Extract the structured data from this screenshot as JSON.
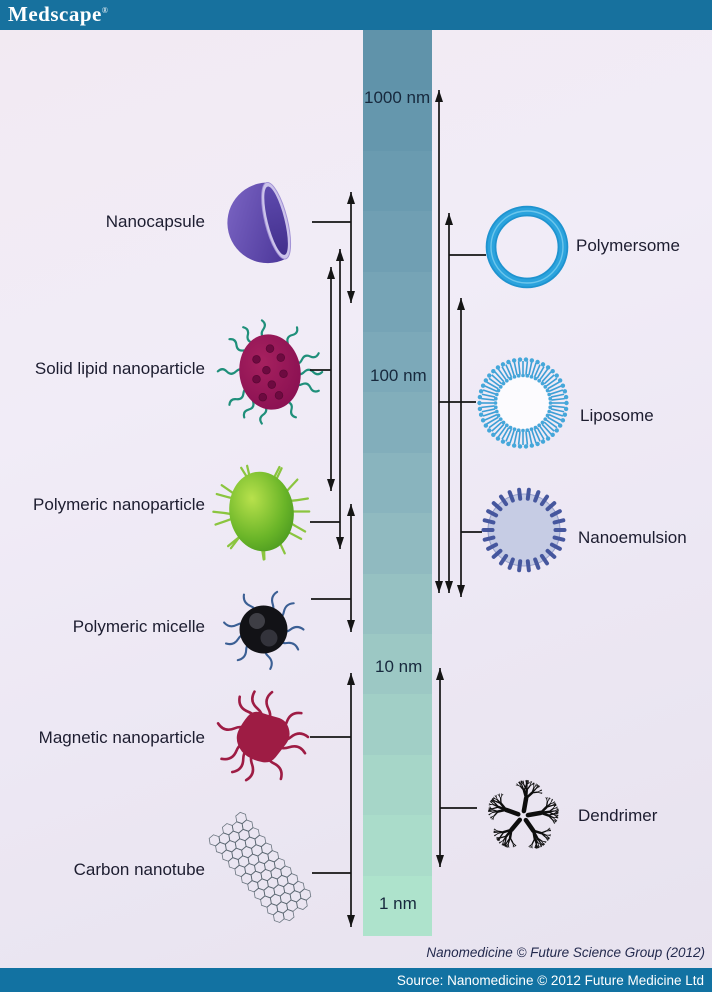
{
  "header": {
    "logo_text": "Medscape",
    "trademark": "®"
  },
  "scale_bar": {
    "unit": "nm",
    "ticks": [
      {
        "label": "1000 nm",
        "value": 1000
      },
      {
        "label": "100 nm",
        "value": 100
      },
      {
        "label": "10 nm",
        "value": 10
      },
      {
        "label": "1 nm",
        "value": 1
      }
    ],
    "band_colors": [
      "#6093aa",
      "#6597ad",
      "#6a9bb0",
      "#709fb3",
      "#76a4b6",
      "#7ca9b9",
      "#82aebb",
      "#89b4be",
      "#90bac0",
      "#96c1c2",
      "#9cc8c4",
      "#a1cfc6",
      "#a6d6c8",
      "#aadcca",
      "#aee3cc"
    ]
  },
  "particles": {
    "left": [
      {
        "label": "Nanocapsule"
      },
      {
        "label": "Solid lipid nanoparticle"
      },
      {
        "label": "Polymeric nanoparticle"
      },
      {
        "label": "Polymeric micelle"
      },
      {
        "label": "Magnetic nanoparticle"
      },
      {
        "label": "Carbon nanotube"
      }
    ],
    "right": [
      {
        "label": "Polymersome"
      },
      {
        "label": "Liposome"
      },
      {
        "label": "Nanoemulsion"
      },
      {
        "label": "Dendrimer"
      }
    ]
  },
  "credits": {
    "attribution": "Nanomedicine © Future Science Group (2012)",
    "source_line": "Source: Nanomedicine © 2012 Future Medicine Ltd"
  },
  "colors": {
    "header_bar": "#17719e",
    "source_bar": "#1272a2",
    "background": "#efeaf5",
    "arrow": "#151515",
    "scale_text": "#17293d",
    "nanocapsule_purple": "#6a53b2",
    "solid_lipid_magenta": "#8e1156",
    "lipid_strand_teal": "#1f8f7a",
    "polymeric_green": "#6ab528",
    "polymeric_strand": "#8bc53f",
    "micelle_black": "#121216",
    "micelle_strand_navy": "#3b5f94",
    "magnetic_crimson": "#9e1c44",
    "polymersome_blue": "#2ba3dd",
    "liposome_blue": "#3d9fd6",
    "nanoemulsion_fill": "#c6cce4",
    "nanoemulsion_dash": "#46579e",
    "dendrimer_black": "#0e0e0e",
    "nanotube_mesh": "#55626c"
  }
}
